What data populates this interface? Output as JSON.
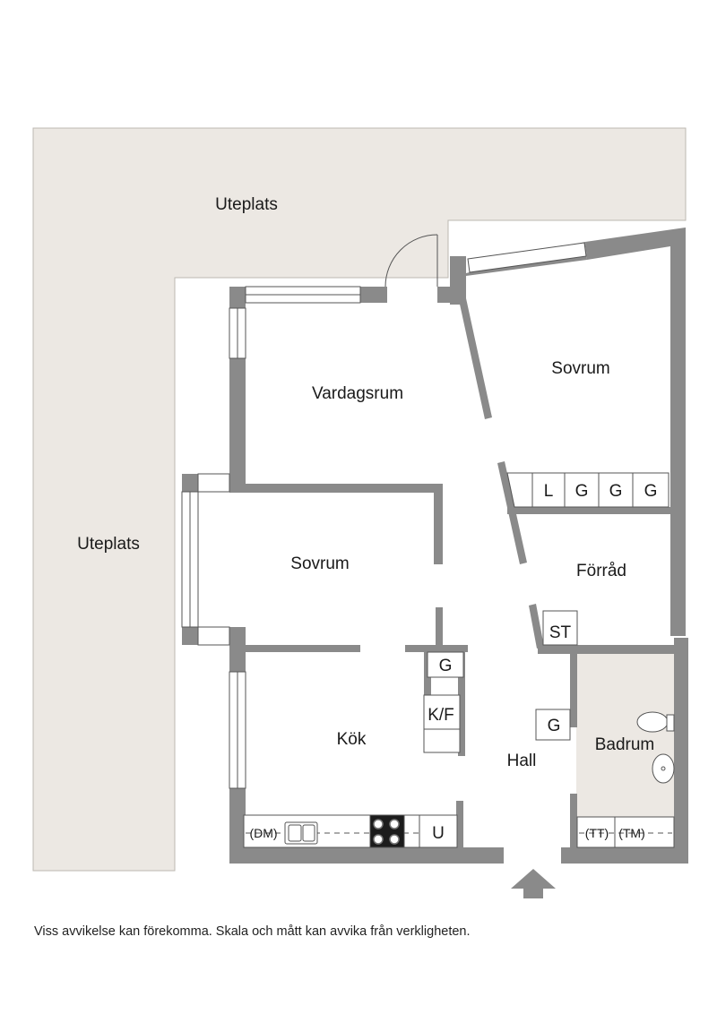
{
  "rooms": {
    "uteplats_top": "Uteplats",
    "uteplats_left": "Uteplats",
    "vardagsrum": "Vardagsrum",
    "sovrum_right": "Sovrum",
    "sovrum_left": "Sovrum",
    "forrad": "Förråd",
    "kok": "Kök",
    "hall": "Hall",
    "badrum": "Badrum"
  },
  "fixtures": {
    "closet_l": "L",
    "closet_g1": "G",
    "closet_g2": "G",
    "closet_g3": "G",
    "st": "ST",
    "kitchen_g": "G",
    "kf": "K/F",
    "hall_g": "G",
    "dm": "(DM)",
    "u": "U",
    "tt": "(TT)",
    "tm": "(TM)"
  },
  "colors": {
    "wall": "#8a8a8a",
    "terrace": "#ece8e3",
    "bathroom_floor": "#ece8e3"
  },
  "disclaimer": "Viss avvikelse kan förekomma. Skala och mått kan avvika från verkligheten."
}
